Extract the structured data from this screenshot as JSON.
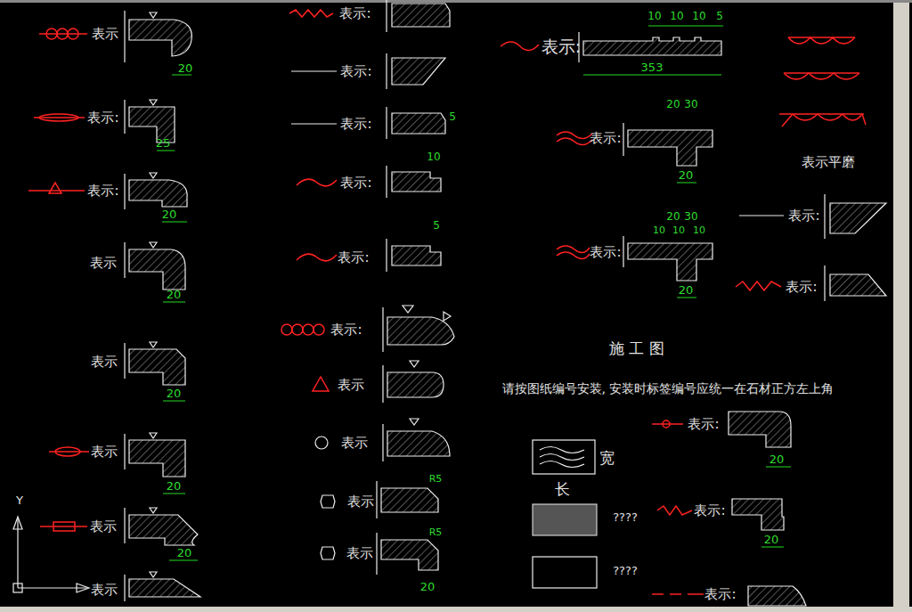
{
  "diagram": {
    "title": "施 工 图",
    "labels": [
      "表示",
      "20",
      "表示:",
      "25",
      "表示:",
      "20",
      "表示",
      "20",
      "表示",
      "20",
      "表示",
      "20",
      "表示",
      "20",
      "表示",
      "表示:",
      "表示:",
      "表示:",
      "5",
      "表示:",
      "10",
      "表示:",
      "5",
      "表示:",
      "表示",
      "表示",
      "表示",
      "R5",
      "表示",
      "R5",
      "20",
      "表示:",
      "10",
      "10",
      "10",
      "5",
      "353",
      "表示:",
      "20",
      "30",
      "20",
      "表示:",
      "20",
      "30",
      "10",
      "10",
      "10",
      "20",
      "表示平磨",
      "表示:",
      "表示:",
      "请按图纸编号安装, 安装时标签编号应统一在石材正方左上角",
      "宽",
      "长",
      "????",
      "????",
      "表示:",
      "20",
      "表示:",
      "20",
      "表示:",
      "Y"
    ]
  }
}
